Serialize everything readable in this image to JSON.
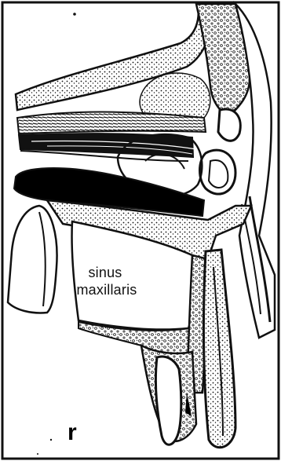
{
  "figure": {
    "label_line1": "sinus",
    "label_line2": "maxillaris",
    "panel_letter": "r"
  },
  "colors": {
    "ink": "#111111",
    "paper": "#ffffff",
    "bone_fill": "#f4f4f4",
    "dark_fill": "#000000"
  }
}
